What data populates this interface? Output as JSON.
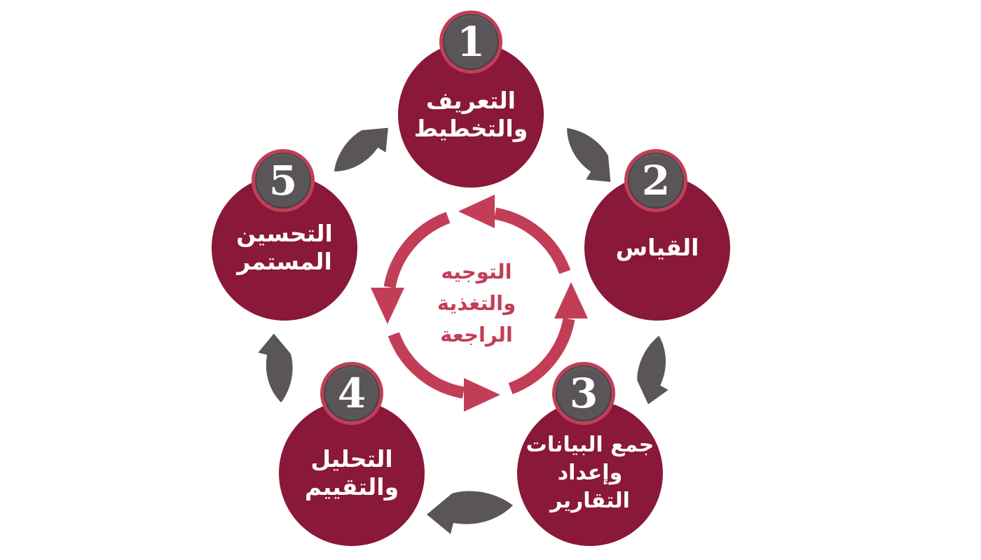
{
  "diagram": {
    "type": "process-cycle",
    "language": "ar",
    "steps": [
      {
        "number": "1",
        "lines": [
          "التعريف",
          "والتخطيط"
        ]
      },
      {
        "number": "2",
        "lines": [
          "القياس"
        ]
      },
      {
        "number": "3",
        "lines": [
          "جمع البيانات",
          "وإعداد التقارير"
        ]
      },
      {
        "number": "4",
        "lines": [
          "التحليل",
          "والتقييم"
        ]
      },
      {
        "number": "5",
        "lines": [
          "التحسين",
          "المستمر"
        ]
      }
    ],
    "center": {
      "lines": [
        "التوجيه",
        "والتغذية",
        "الراجعة"
      ]
    },
    "icons": {
      "step_flow_arrow": "curved-swoosh-arrow-gray",
      "center_cycle": "circular-arrows-counterclockwise"
    },
    "colors": {
      "circle_maroon": "#8A1838",
      "accent_crimson": "#C23E57",
      "badge_gray": "#595559",
      "arrow_gray": "#595559",
      "number_white": "#FFFFFF",
      "background": "#FFFFFF"
    }
  }
}
